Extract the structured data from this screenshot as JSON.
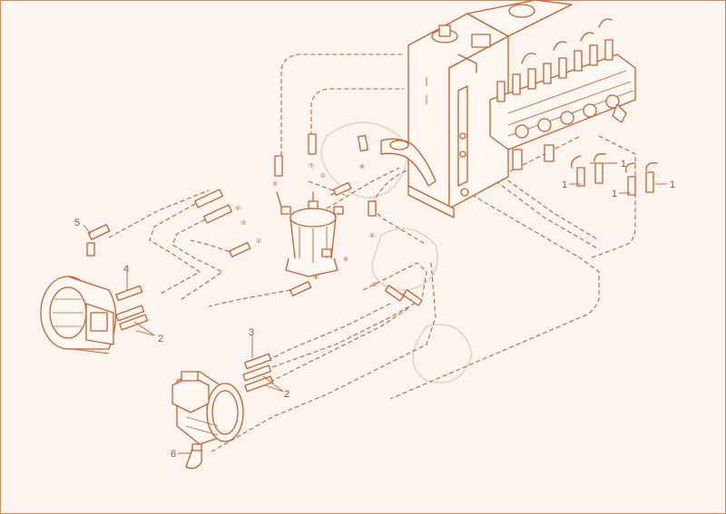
{
  "diagram": {
    "callouts": {
      "c1a": "1",
      "c1b": "1",
      "c1c": "1",
      "c1d": "1",
      "c2a": "2",
      "c2b": "2",
      "c3": "3",
      "c4": "4",
      "c5": "5",
      "c6": "6"
    },
    "refs": {
      "r1": "⑤",
      "r2": "⑦",
      "r3": "⑧",
      "r4": "①",
      "r5": "③",
      "r6": "②",
      "r7": "④",
      "r8": "⑥",
      "r9": "⑧",
      "r10": "⑥",
      "r11": "④"
    },
    "colors": {
      "line": "#c9602c",
      "background": "#fbf4ef",
      "frame": "#c98b62"
    }
  }
}
